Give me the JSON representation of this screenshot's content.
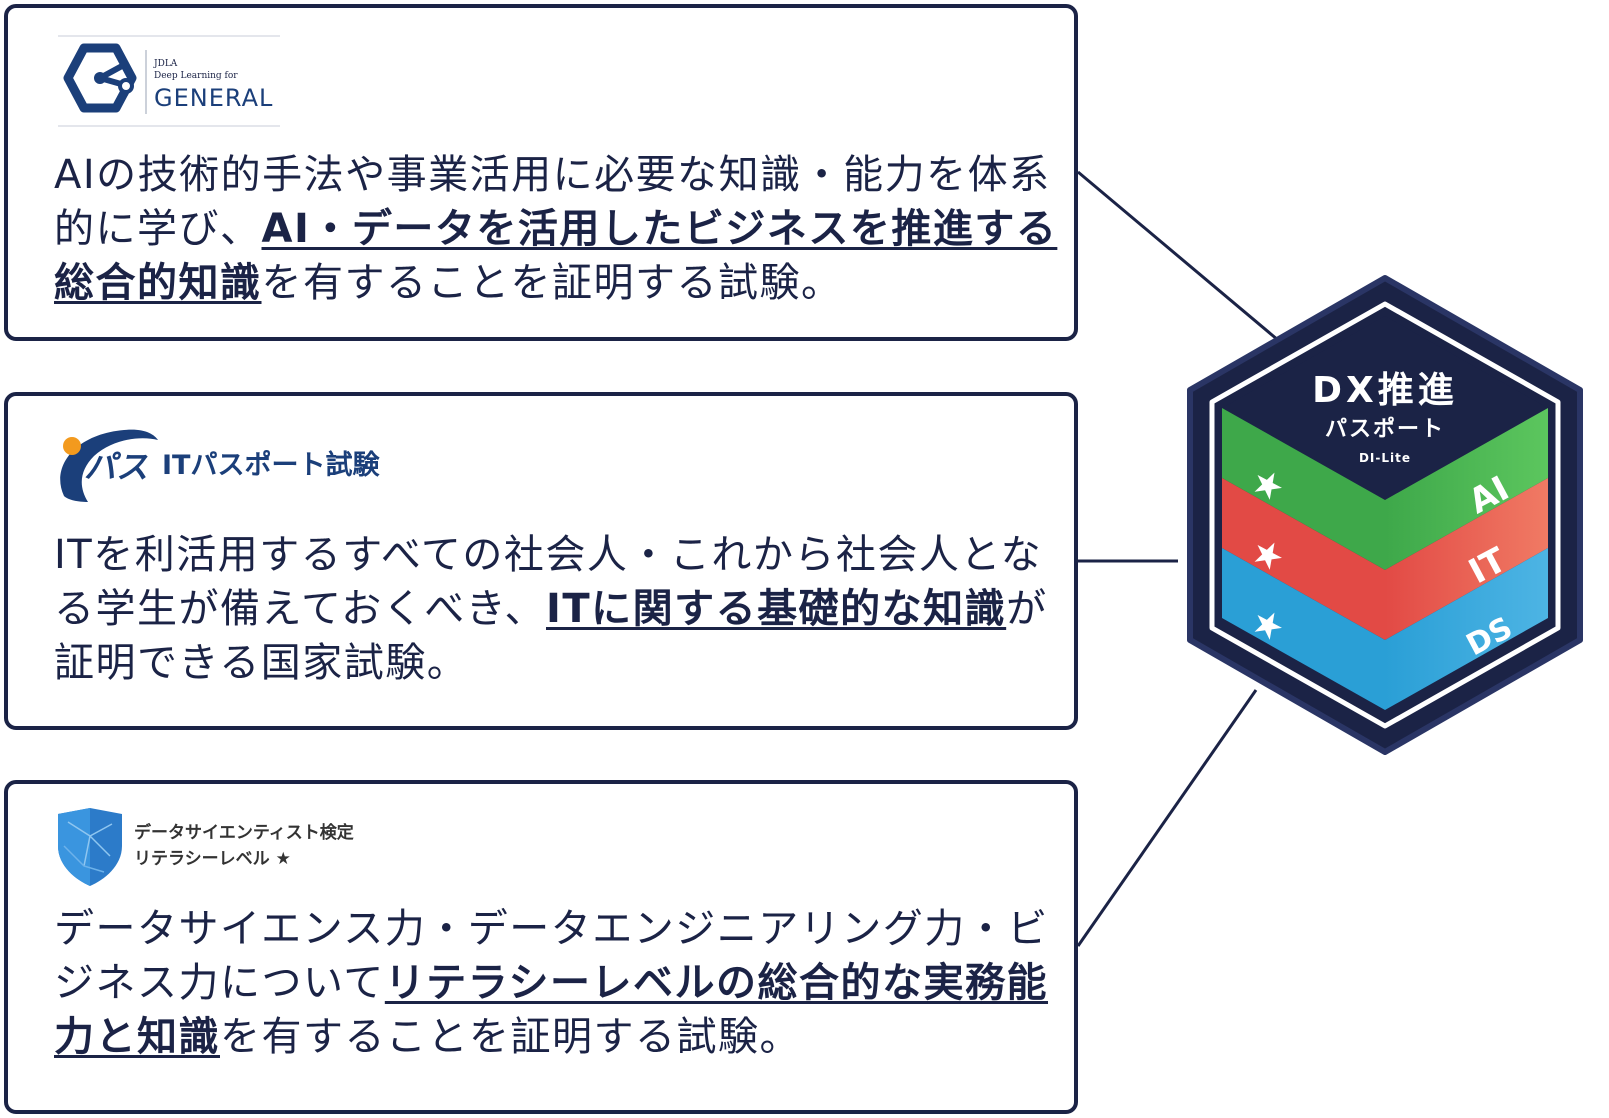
{
  "cards": [
    {
      "logo": {
        "small_lines": [
          "JDLA",
          "Deep Learning for"
        ],
        "main": "GENERAL"
      },
      "segments": [
        {
          "text": "AIの技術的手法や事業活用に必要な知識・能力を体系的に学び、",
          "bold": false
        },
        {
          "text": "AI・データを活用したビジネスを推進する総合的知識",
          "bold": true
        },
        {
          "text": "を有することを証明する試験。",
          "bold": false
        }
      ]
    },
    {
      "logo": {
        "mark": "パス",
        "main": "ITパスポート試験"
      },
      "segments": [
        {
          "text": "ITを利活用するすべての社会人・これから社会人となる学生が備えておくべき、",
          "bold": false
        },
        {
          "text": "ITに関する基礎的な知識",
          "bold": true
        },
        {
          "text": "が証明できる国家試験。",
          "bold": false
        }
      ]
    },
    {
      "logo": {
        "lines": [
          "データサイエンティスト検定",
          "リテラシーレベル ★"
        ]
      },
      "segments": [
        {
          "text": "データサイエンス力・データエンジニアリング力・ビジネス力について",
          "bold": false
        },
        {
          "text": "リテラシーレベルの総合的な実務能力と知識",
          "bold": true
        },
        {
          "text": "を有することを証明する試験。",
          "bold": false
        }
      ]
    }
  ],
  "badge": {
    "title": "DX推進",
    "subtitle": "パスポート",
    "caption": "DI-Lite",
    "layers": [
      "AI",
      "IT",
      "DS"
    ]
  },
  "colors": {
    "navy": "#1b2346",
    "green": "#3ea84a",
    "red": "#e24a45",
    "blue": "#2a9fd6"
  }
}
